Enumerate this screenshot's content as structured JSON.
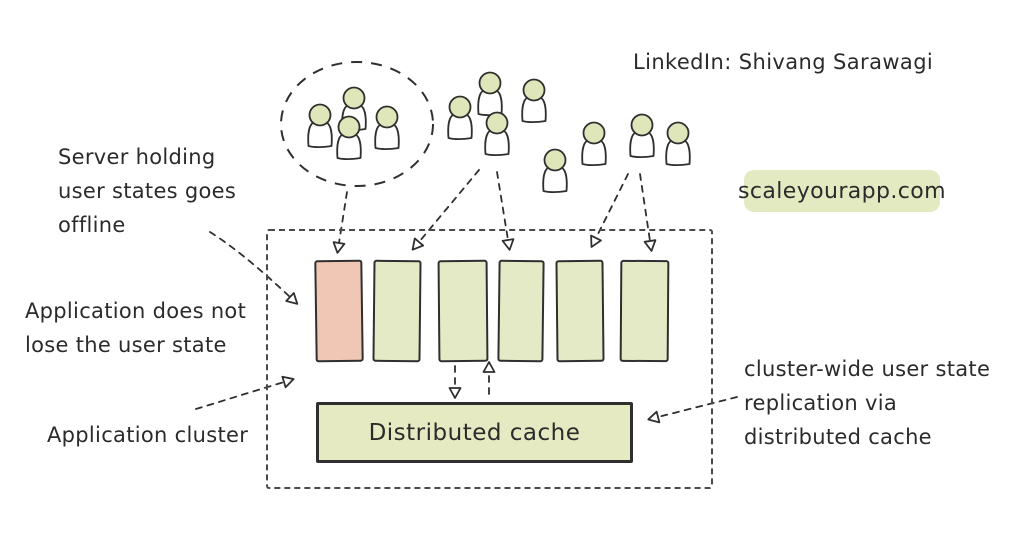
{
  "attribution": {
    "linkedin_label": "LinkedIn: Shivang Sarawagi",
    "website_badge": "scaleyourapp.com"
  },
  "labels": {
    "server_offline": [
      "Server holding",
      "user states goes",
      "offline"
    ],
    "app_state": [
      "Application does not",
      "lose the user state"
    ],
    "app_cluster": "Application cluster",
    "replication": [
      "cluster-wide user state",
      "replication via",
      "distributed cache"
    ]
  },
  "cluster": {
    "cache_label": "Distributed cache",
    "servers_total": 6,
    "offline_server_index": 0,
    "online_servers": 5
  },
  "users": {
    "in_dashed_circle": 4,
    "outside_circle": 8,
    "total": 12
  },
  "colors": {
    "green_fill": "#e5eac6",
    "pink_fill": "#efc7b4",
    "head_fill": "#dfe6ba",
    "cache_fill": "#e5eac2",
    "badge_fill": "#e3e9c1",
    "stroke": "#2f2f2f",
    "border_dash": "#4a4a4a",
    "text": "#2b2b2b"
  }
}
